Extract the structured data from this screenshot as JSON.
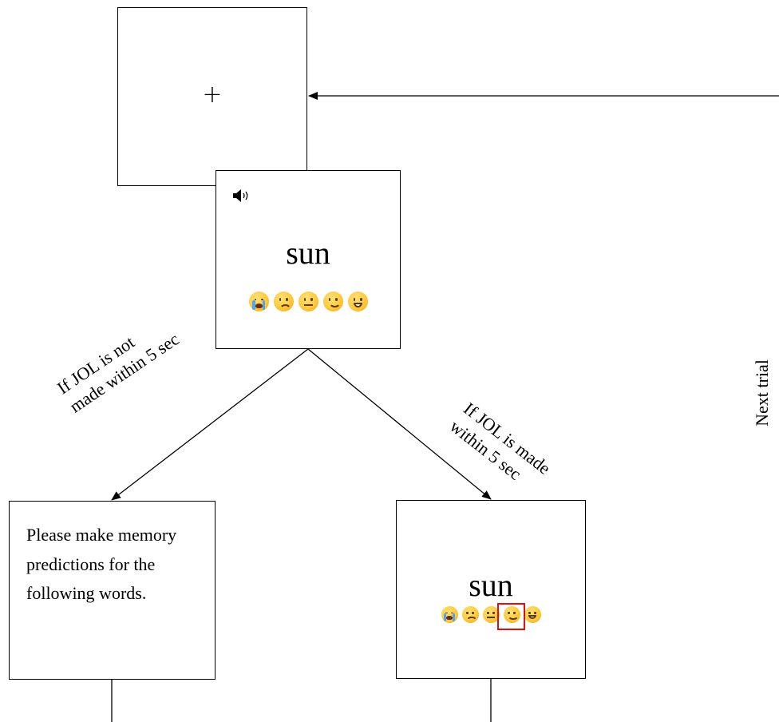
{
  "fixation": {
    "symbol": "+"
  },
  "word_screen": {
    "icon": "speaker-icon",
    "word": "sun",
    "rating_scale": [
      "crying-face-icon",
      "frowning-face-icon",
      "neutral-face-icon",
      "slightly-smiling-face-icon",
      "grinning-face-icon"
    ]
  },
  "branches": {
    "not_made": {
      "line1": "If JOL is not",
      "line2": "made within 5 sec"
    },
    "made": {
      "line1": "If JOL is made",
      "line2": "within 5 sec"
    }
  },
  "prompt_screen": {
    "text": "Please make memory predictions for the following words."
  },
  "feedback_screen": {
    "word": "sun",
    "rating_scale": [
      "crying-face-icon",
      "frowning-face-icon",
      "neutral-face-icon",
      "slightly-smiling-face-icon",
      "grinning-face-icon"
    ],
    "selected_index": 3,
    "highlight_color": "#e01010"
  },
  "loop_label": "Next trial"
}
